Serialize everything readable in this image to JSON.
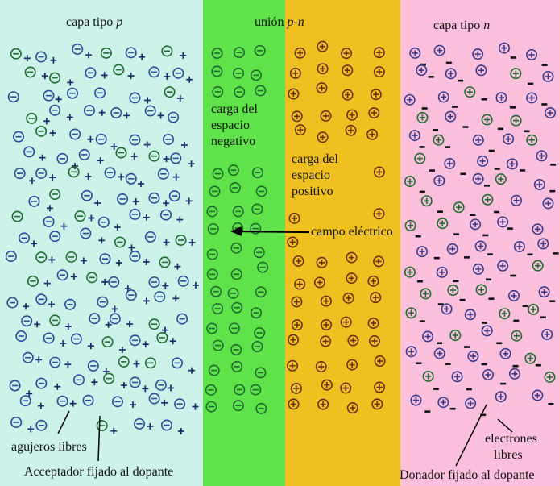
{
  "regions": [
    {
      "id": "p",
      "title": "capa tipo ",
      "title_italic": "p",
      "color": "#ccf2ea"
    },
    {
      "id": "neg",
      "title": "",
      "title_italic": "",
      "color": "#5fe24a"
    },
    {
      "id": "pos",
      "title": "",
      "title_italic": "",
      "color": "#f0c020"
    },
    {
      "id": "n",
      "title": "capa tipo ",
      "title_italic": "n",
      "color": "#fcc0dc"
    }
  ],
  "junction_title": {
    "text": "unión ",
    "italic": "p-n"
  },
  "labels": {
    "negative_charge": [
      "carga del",
      "espacio",
      "negativo"
    ],
    "positive_charge": [
      "carga del",
      "espacio",
      "positivo"
    ],
    "field": "campo eléctrico",
    "holes": "agujeros libres",
    "acceptor": "Acceptador fijado al dopante",
    "electrons": [
      "electrones",
      "libres"
    ],
    "donor": "Donador fijado al dopante"
  },
  "symbols": {
    "acceptor_ion": "negative ion (circle with minus)",
    "donor_ion": "positive ion (circle with plus)",
    "hole": "+",
    "electron": "-"
  },
  "colors": {
    "ion_blue": "#2a4a9a",
    "ion_green": "#1f6a30",
    "ion_brown": "#6a2f10",
    "ion_pink": "#3a3a8a",
    "arrow": "#000000"
  }
}
